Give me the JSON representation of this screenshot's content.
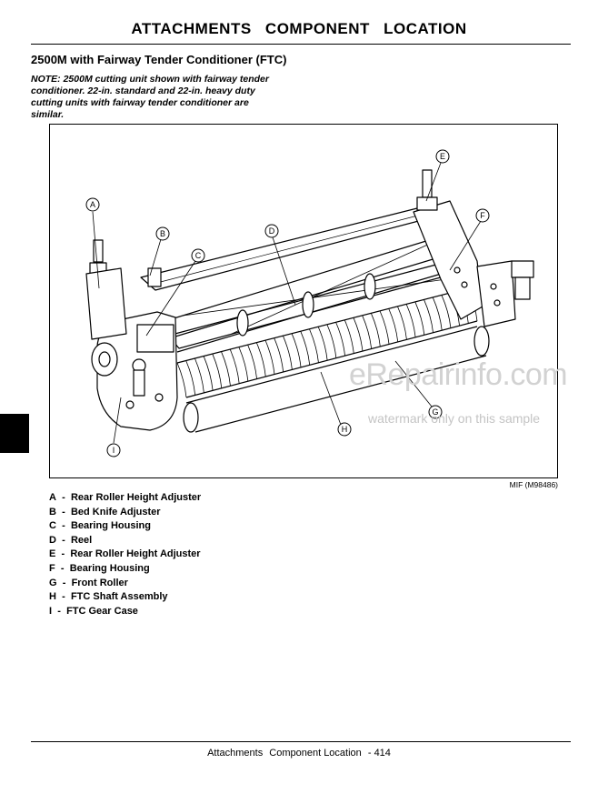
{
  "header": {
    "title_left": "ATTACHMENTS",
    "title_right": "COMPONENT LOCATION"
  },
  "section": {
    "title": "2500M with Fairway Tender Conditioner (FTC)"
  },
  "note": {
    "lines": [
      "NOTE: 2500M cutting unit shown with fairway tender",
      "conditioner. 22-in. standard and 22-in. heavy duty",
      "cutting units with fairway tender conditioner are",
      "similar."
    ]
  },
  "figure": {
    "code": "MIF (M98486)",
    "callouts": [
      "A",
      "B",
      "C",
      "D",
      "E",
      "F",
      "G",
      "H",
      "I"
    ]
  },
  "watermark": {
    "main": "eRepairinfo.com",
    "sub": "watermark only on this sample"
  },
  "legend": {
    "separator": "-",
    "items": [
      {
        "key": "A",
        "label": "Rear Roller Height Adjuster"
      },
      {
        "key": "B",
        "label": "Bed Knife Adjuster"
      },
      {
        "key": "C",
        "label": "Bearing Housing"
      },
      {
        "key": "D",
        "label": "Reel"
      },
      {
        "key": "E",
        "label": "Rear Roller Height Adjuster"
      },
      {
        "key": "F",
        "label": "Bearing Housing"
      },
      {
        "key": "G",
        "label": "Front Roller"
      },
      {
        "key": "H",
        "label": "FTC Shaft Assembly"
      },
      {
        "key": "I",
        "label": "FTC Gear Case"
      }
    ]
  },
  "footer": {
    "section": "Attachments",
    "subsection": "Component Location",
    "page": "- 414"
  }
}
